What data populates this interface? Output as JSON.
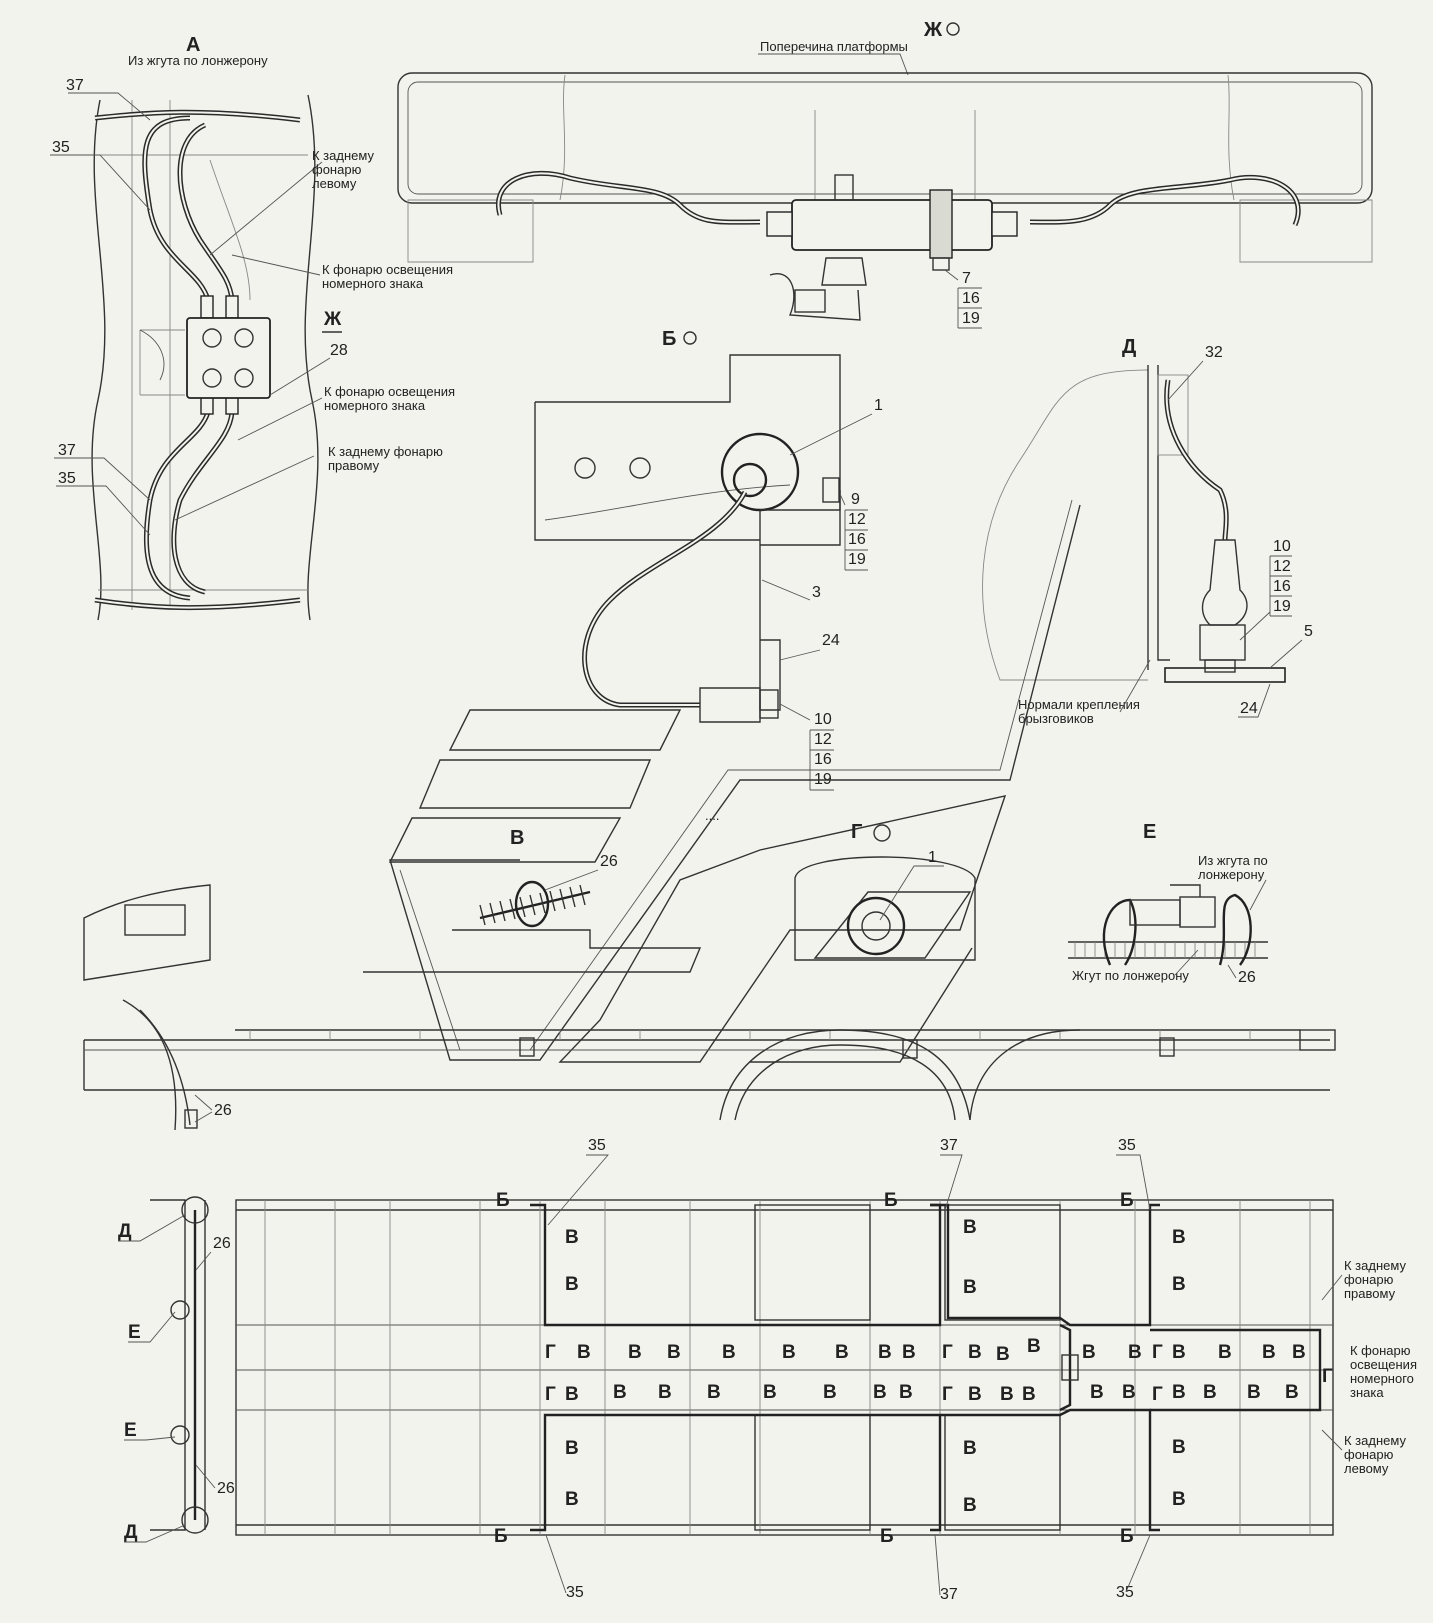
{
  "views": {
    "a": {
      "title": "А",
      "note": "Из жгута по лонжерону"
    },
    "zh": {
      "title": "Ж",
      "callout_label": "Ж",
      "crossmember": "Поперечина платформы"
    },
    "b": {
      "title": "Б"
    },
    "d": {
      "title": "Д"
    },
    "v": {
      "title": "В"
    },
    "g": {
      "title": "Г"
    },
    "e": {
      "title": "Е"
    }
  },
  "labels": {
    "rear_left": "К заднему\nфонарю\nлевому",
    "plate_1": "К фонарю освещения\nномерного знака",
    "plate_2": "К фонарю освещения\nномерного знака",
    "rear_right": "К заднему фонарю\nправому",
    "mudguard_norms": "Нормали крепления\nбрызговиков",
    "from_harness": "Из жгута по\nлонжерону",
    "harness_spar": "Жгут по лонжерону",
    "plan_rear_right": "К заднему\nфонарю\nправому",
    "plan_plate": "К фонарю\nосвещения\nномерного\nзнака",
    "plan_rear_left": "К заднему\nфонарю\nлевому"
  },
  "callouts": {
    "n1": "1",
    "n3": "3",
    "n5": "5",
    "n7": "7",
    "n9": "9",
    "n10": "10",
    "n12": "12",
    "n16": "16",
    "n19": "19",
    "n24": "24",
    "n26": "26",
    "n28": "28",
    "n32": "32",
    "n35": "35",
    "n37": "37"
  },
  "plan_marks": {
    "b": "Б",
    "v": "В",
    "g": "Г",
    "d": "Д",
    "e": "Е"
  }
}
